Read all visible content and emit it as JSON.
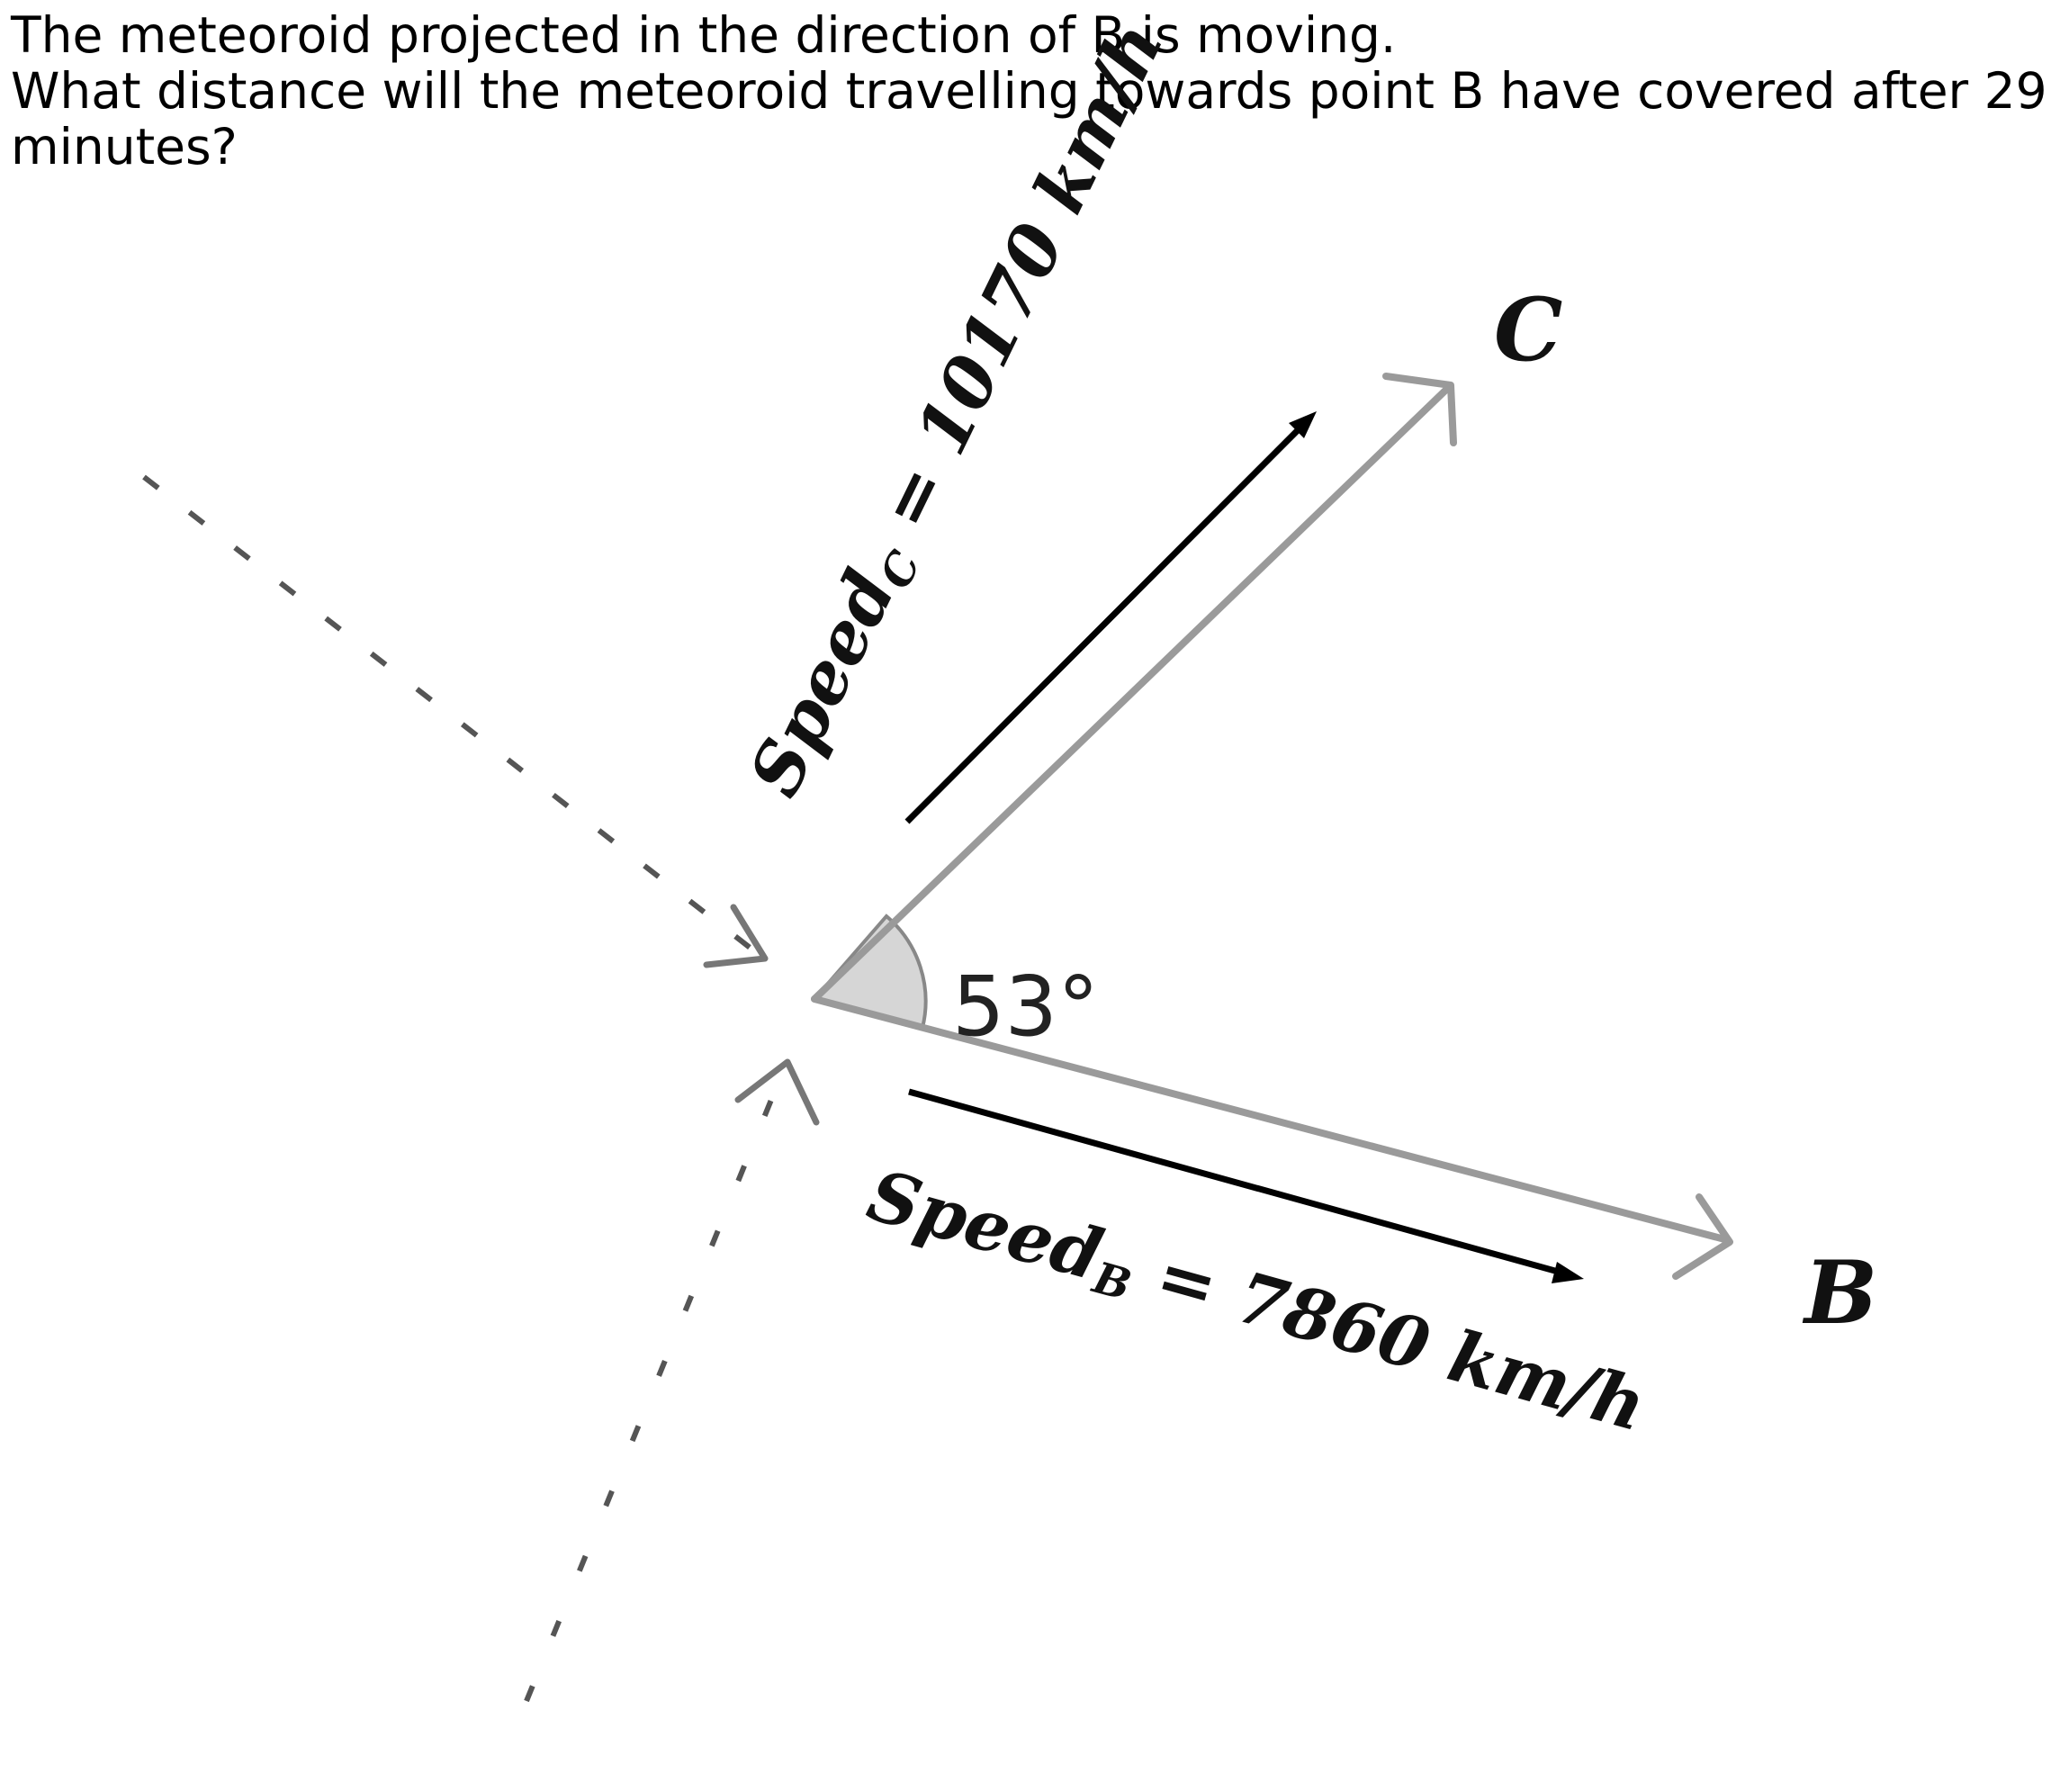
{
  "question": {
    "line1": "The meteoroid projected in the direction of B is moving.",
    "line2": "What distance will the meteoroid travelling towards point B have covered after 29",
    "line3": "minutes?"
  },
  "diagram": {
    "angle_label": "53°",
    "point_c_label": "C",
    "point_b_label": "B",
    "speed_c": {
      "prefix": "Speed",
      "subscript": "C",
      "value_text": " = 10170 km/h"
    },
    "speed_b": {
      "prefix": "Speed",
      "subscript": "B",
      "value_text": " = 7860 km/h"
    },
    "colors": {
      "ray": "#9a9a9a",
      "angle_fill": "#d6d6d6",
      "arrow": "#000000",
      "dashed": "#555555",
      "text": "#111111"
    }
  }
}
